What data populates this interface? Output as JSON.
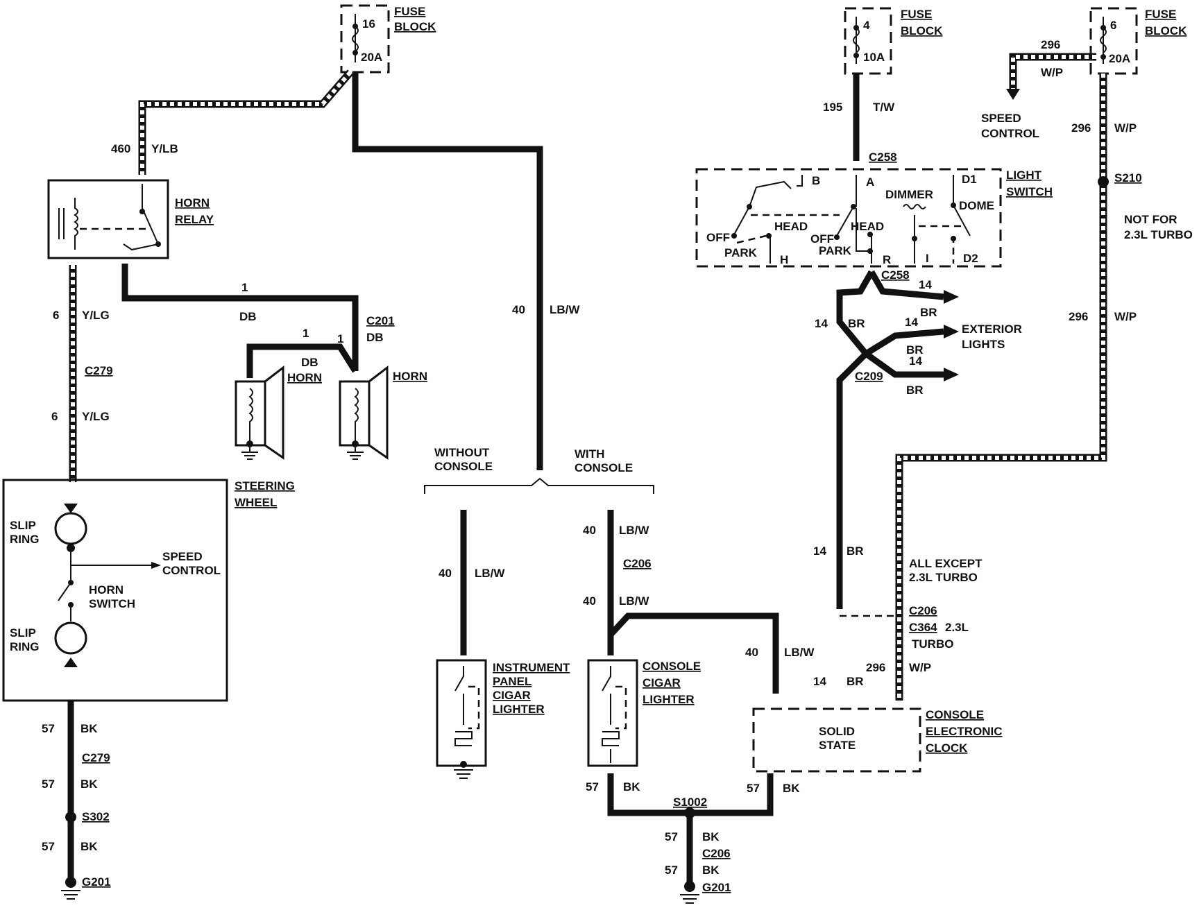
{
  "labels": {
    "fuse_block_1": [
      "FUSE",
      "BLOCK"
    ],
    "fuse_16": "16",
    "fuse_16_rating": "20A",
    "wire_460": "460",
    "wire_460_color": "Y/LB",
    "horn_relay": [
      "HORN",
      "RELAY"
    ],
    "wire_6a": "6",
    "wire_6a_color": "Y/LG",
    "wire_1a": "1",
    "wire_1a_color": "DB",
    "c201": "C201",
    "wire_1b": "1",
    "wire_1c": "1",
    "wire_1b_color": "DB",
    "wire_1c_color": "DB",
    "horn_1": "HORN",
    "horn_2": "HORN",
    "c279_top": "C279",
    "wire_6b": "6",
    "wire_6b_color": "Y/LG",
    "steering_wheel": [
      "STEERING",
      "WHEEL"
    ],
    "slip_ring_top": [
      "SLIP",
      "RING"
    ],
    "slip_ring_bottom": [
      "SLIP",
      "RING"
    ],
    "speed_control_left": [
      "SPEED",
      "CONTROL"
    ],
    "horn_switch": [
      "HORN",
      "SWITCH"
    ],
    "wire_57a": "57",
    "wire_57a_color": "BK",
    "c279_bottom": "C279",
    "wire_57b": "57",
    "wire_57b_color": "BK",
    "s302": "S302",
    "wire_57c": "57",
    "wire_57c_color": "BK",
    "g201_left": "G201",
    "wire_40_main": "40",
    "wire_40_main_color": "LB/W",
    "without_console": [
      "WITHOUT",
      "CONSOLE"
    ],
    "with_console": [
      "WITH",
      "CONSOLE"
    ],
    "wire_40_ip": "40",
    "wire_40_ip_color": "LB/W",
    "ip_lighter": [
      "INSTRUMENT",
      "PANEL",
      "CIGAR",
      "LIGHTER"
    ],
    "wire_40_c1": "40",
    "wire_40_c1_color": "LB/W",
    "c206_mid": "C206",
    "wire_40_c2": "40",
    "wire_40_c2_color": "LB/W",
    "console_lighter": [
      "CONSOLE",
      "CIGAR",
      "LIGHTER"
    ],
    "wire_40_clock": "40",
    "wire_40_clock_color": "LB/W",
    "wire_57d": "57",
    "wire_57d_color": "BK",
    "s1002": "S1002",
    "wire_57e": "57",
    "wire_57e_color": "BK",
    "wire_57f": "57",
    "wire_57f_color": "BK",
    "c206_bottom": "C206",
    "wire_57g": "57",
    "wire_57g_color": "BK",
    "g201_bottom": "G201",
    "fuse_block_2": [
      "FUSE",
      "BLOCK"
    ],
    "fuse_4": "4",
    "fuse_4_rating": "10A",
    "wire_195": "195",
    "wire_195_color": "T/W",
    "c258_top": "C258",
    "light_switch": [
      "LIGHT",
      "SWITCH"
    ],
    "ls_b": "B",
    "ls_a": "A",
    "ls_d1": "D1",
    "ls_dimmer": "DIMMER",
    "ls_dome": "DOME",
    "ls_head_1": "HEAD",
    "ls_head_2": "HEAD",
    "ls_off_1": "OFF",
    "ls_off_2": "OFF",
    "ls_park_1": "PARK",
    "ls_park_2": "PARK",
    "ls_h": "H",
    "ls_r": "R",
    "ls_i": "I",
    "ls_d2": "D2",
    "c258_bottom": "C258",
    "wire_14a": "14",
    "wire_14b": "14",
    "wire_14b_color": "BR",
    "wire_14c": "14",
    "wire_14c_color": "BR",
    "wire_14d_color": "BR",
    "wire_14d": "14",
    "wire_14e_color": "BR",
    "exterior_lights": [
      "EXTERIOR",
      "LIGHTS"
    ],
    "c209": "C209",
    "wire_14f": "14",
    "wire_14f_color": "BR",
    "all_except": [
      "ALL EXCEPT",
      "2.3L TURBO"
    ],
    "c206_right": "C206",
    "c364": "C364",
    "turbo_note": [
      "2.3L",
      "TURBO"
    ],
    "wire_14g": "14",
    "wire_14g_color": "BR",
    "wire_296_clock": "296",
    "wire_296_clock_color": "W/P",
    "solid_state": [
      "SOLID",
      "STATE"
    ],
    "console_clock": [
      "CONSOLE",
      "ELECTRONIC",
      "CLOCK"
    ],
    "fuse_block_3": [
      "FUSE",
      "BLOCK"
    ],
    "fuse_6": "6",
    "fuse_6_rating": "20A",
    "wire_296_top": "296",
    "wire_296_top_color": "W/P",
    "speed_control_right": [
      "SPEED",
      "CONTROL"
    ],
    "wire_296_b": "296",
    "wire_296_b_color": "W/P",
    "s210": "S210",
    "not_for": [
      "NOT FOR",
      "2.3L TURBO"
    ],
    "wire_296_c": "296",
    "wire_296_c_color": "W/P"
  }
}
